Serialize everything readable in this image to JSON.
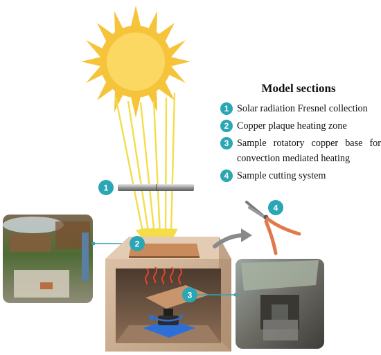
{
  "legend": {
    "title": "Model sections",
    "items": [
      {
        "num": "1",
        "text": "Solar radiation Fresnel collection"
      },
      {
        "num": "2",
        "text": "Copper plaque heating zone"
      },
      {
        "num": "3",
        "text": "Sample rotatory copper base for convection mediated heating"
      },
      {
        "num": "4",
        "text": "Sample cutting system"
      }
    ]
  },
  "badges": {
    "b1": "1",
    "b2": "2",
    "b3": "3",
    "b4": "4"
  },
  "colors": {
    "sun": "#f6c43a",
    "sun_core": "#fbd862",
    "ray": "#f3de4a",
    "badge": "#2aa6b4",
    "copper": "#c98a5c",
    "heat": "#e0452a",
    "box": "#c9a88a",
    "box_inner": "#6b5240",
    "rotation": "#2d6fd6"
  },
  "icons": [
    "sun-icon",
    "fresnel-lens-icon",
    "pliers-icon",
    "curved-arrow-icon",
    "rotation-arrow-icon",
    "heat-waves-icon"
  ]
}
